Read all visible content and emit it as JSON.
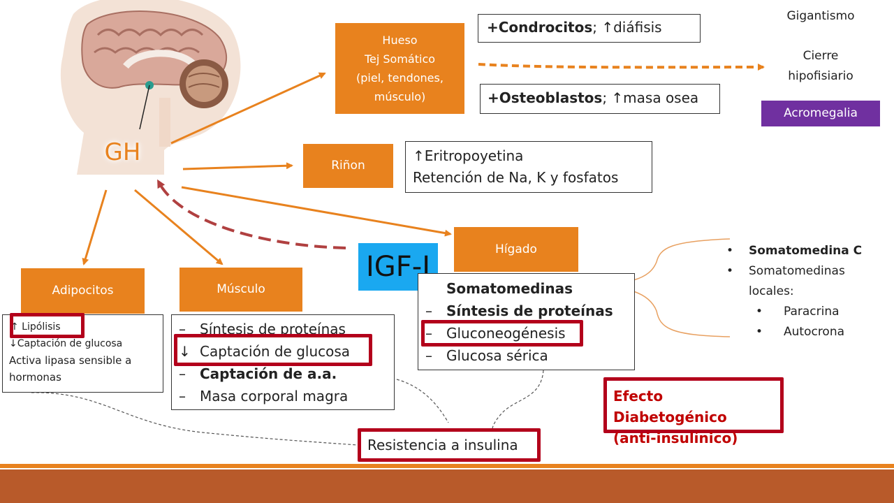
{
  "gh": "GH",
  "igf": "IGF-I",
  "hueso": [
    "Hueso",
    "Tej Somático",
    "(piel, tendones,",
    "músculo)"
  ],
  "condrocitos": {
    "bold": "+Condrocitos",
    "rest": "; ↑diáfisis"
  },
  "osteoblastos": {
    "bold": "+Osteoblastos",
    "rest": "; ↑masa osea"
  },
  "right_top": {
    "gigantismo": "Gigantismo",
    "cierre": [
      "Cierre",
      "hipofisiario"
    ],
    "acromegalia": "Acromegalia"
  },
  "rinon": "Riñon",
  "rinon_effects": [
    "↑Eritropoyetina",
    "Retención de Na, K y fosfatos"
  ],
  "higado": "Hígado",
  "higado_list": [
    {
      "text": "Somatomedinas",
      "bold": true,
      "bullet": ""
    },
    {
      "text": "Síntesis de proteínas",
      "bold": true,
      "bullet": "–"
    },
    {
      "text": "Gluconeogénesis",
      "bold": false,
      "bullet": "–"
    },
    {
      "text": "Glucosa sérica",
      "bold": false,
      "bullet": "–"
    }
  ],
  "somatomedinas_detail": {
    "items": [
      "Somatomedina C",
      "Somatomedinas locales:"
    ],
    "sub": [
      "Paracrina",
      "Autocrona"
    ]
  },
  "adipocitos": "Adipocitos",
  "adipocitos_effects": [
    "↑ Lipólisis",
    "↓Captación de glucosa",
    "Activa lipasa sensible a hormonas"
  ],
  "musculo": "Músculo",
  "musculo_list": [
    {
      "bullet": "–",
      "text": "Síntesis de proteínas",
      "bold": false
    },
    {
      "bullet": "↓",
      "text": "Captación de glucosa",
      "bold": false
    },
    {
      "bullet": "–",
      "text": "Captación de a.a.",
      "bold": true
    },
    {
      "bullet": "–",
      "text": "Masa corporal magra",
      "bold": false
    }
  ],
  "diabetogenico": [
    "Efecto Diabetogénico",
    "(anti-insulínico)"
  ],
  "resistencia": "Resistencia a insulina",
  "colors": {
    "orange": "#e8821e",
    "red": "#b3001b",
    "purple": "#7030a0",
    "cyan": "#1aa8f0",
    "footer": "#b85a2a"
  }
}
